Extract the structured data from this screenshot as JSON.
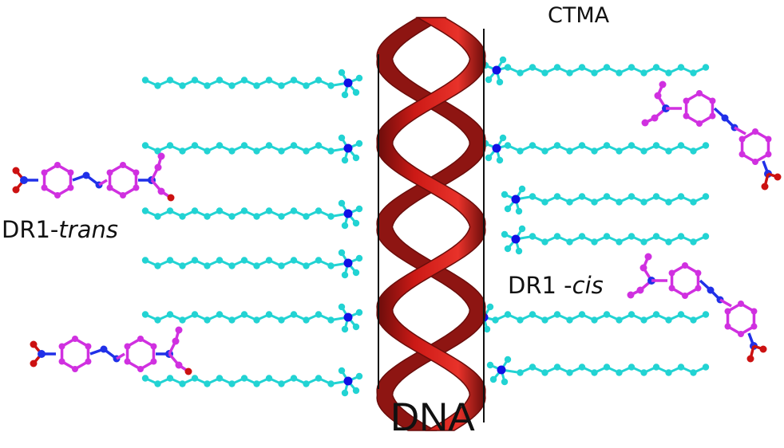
{
  "labels": {
    "ctma": "CTMA",
    "dna": "DNA",
    "dr1_trans_prefix": "DR1-",
    "dr1_trans_suffix": "trans",
    "dr1_cis_prefix": "DR1 -",
    "dr1_cis_suffix": "cis"
  },
  "colors": {
    "alkyl_chain": "#22d3d3",
    "ammonium_nitrogen": "#1010e6",
    "azo_dye": "#d030e0",
    "dye_nitrogen": "#2030e8",
    "dye_oxygen": "#cc1111",
    "dna_ribbon": "#cc1a16",
    "dna_ribbon_shadow": "#6a0d0b"
  },
  "components": {
    "ctma_surfactant_chains": 12,
    "dr1_trans_molecules": 2,
    "dr1_cis_molecules": 2,
    "dna_double_helix": 1
  }
}
